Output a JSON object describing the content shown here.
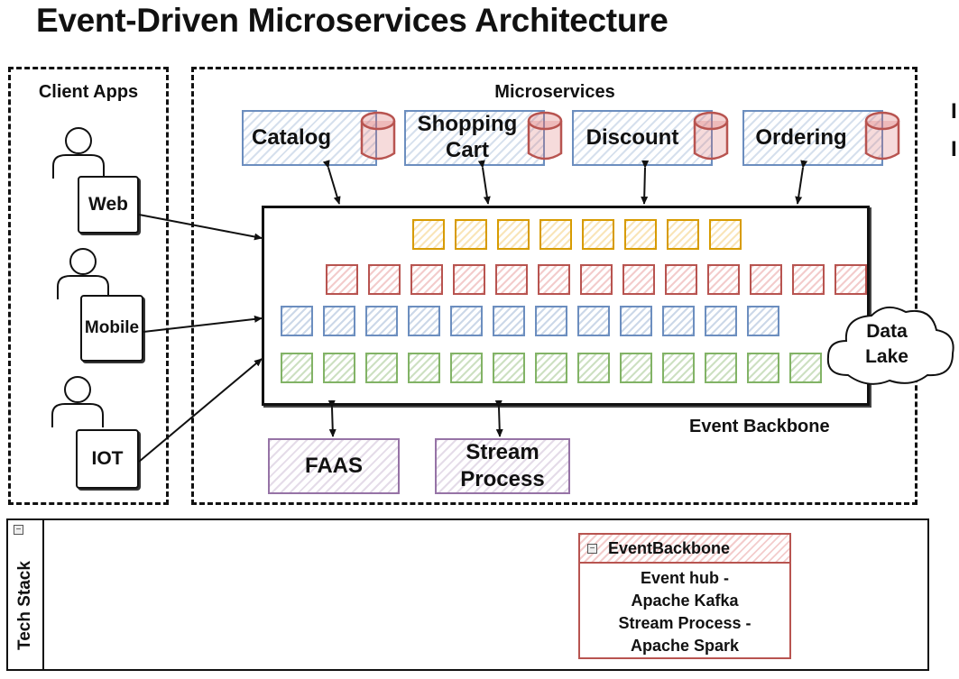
{
  "title": "Event-Driven Microservices Architecture",
  "client_apps": {
    "heading": "Client Apps",
    "devices": [
      "Web",
      "Mobile",
      "IOT"
    ]
  },
  "microservices": {
    "heading": "Microservices",
    "services": [
      "Catalog",
      "Shopping Cart",
      "Discount",
      "Ordering"
    ]
  },
  "backbone": {
    "label": "Event Backbone",
    "rows": [
      {
        "color": "#d79b00",
        "count": 8
      },
      {
        "color": "#b85450",
        "count": 13
      },
      {
        "color": "#6c8ebf",
        "count": 12
      },
      {
        "color": "#82b366",
        "count": 13
      }
    ]
  },
  "data_lake": "Data Lake",
  "processors": [
    "FAAS",
    "Stream Process"
  ],
  "tech_stack": {
    "label": "Tech Stack",
    "card": {
      "title": "EventBackbone",
      "lines": [
        "Event hub -",
        "Apache Kafka",
        "Stream Process -",
        "Apache Spark"
      ]
    }
  },
  "right_edge_fragment": [
    "I",
    "I"
  ]
}
